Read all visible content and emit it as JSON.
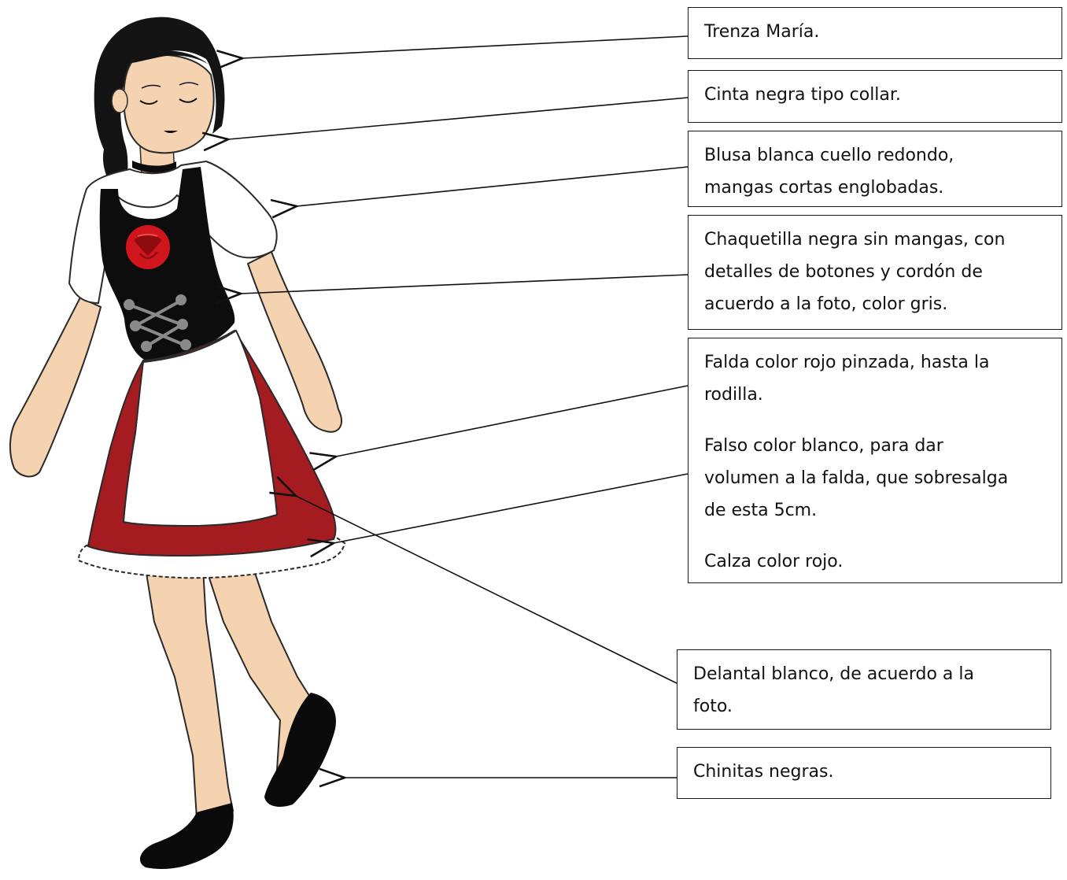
{
  "labels": {
    "trenza": "Trenza María.",
    "cinta": "Cinta negra tipo collar.",
    "blusa_1": "Blusa blanca cuello redondo,",
    "blusa_2": "mangas cortas englobadas.",
    "chaquetilla_1": "Chaquetilla negra sin mangas, con",
    "chaquetilla_2": "detalles de botones y cordón de",
    "chaquetilla_3": "acuerdo a la foto, color gris.",
    "falda_1": "Falda color rojo pinzada, hasta la",
    "falda_2": "rodilla.",
    "falso_1": "Falso color blanco, para dar",
    "falso_2": "volumen a la falda, que sobresalga",
    "falso_3": "de esta 5cm.",
    "calza": "Calza color rojo.",
    "delantal_1": "Delantal blanco, de acuerdo a la",
    "delantal_2": "foto.",
    "chinitas": "Chinitas negras."
  },
  "colors": {
    "skin": "#f5d3b0",
    "hair": "#141414",
    "blouse": "#ffffff",
    "vest": "#0d0d0d",
    "skirt": "#a51c20",
    "apron": "#ffffff",
    "lacing": "#8a8a8a",
    "shoes": "#0a0a0a",
    "rose": "#d0161c",
    "outline": "#2a2a2a"
  }
}
